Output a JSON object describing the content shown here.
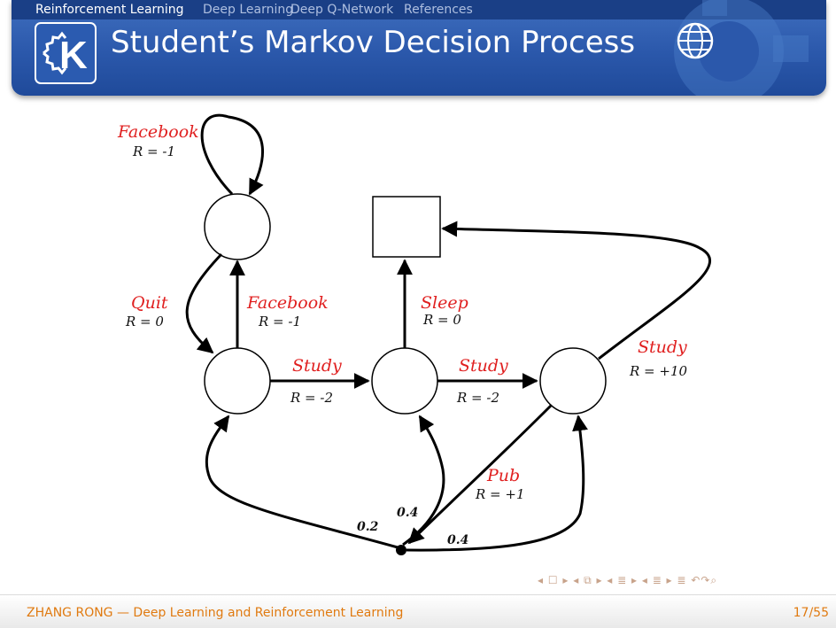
{
  "header": {
    "nav": [
      {
        "label": "Reinforcement Learning",
        "active": true
      },
      {
        "label": "Deep Learning",
        "active": false
      },
      {
        "label": "Deep Q-Network",
        "active": false
      },
      {
        "label": "References",
        "active": false
      }
    ],
    "logo_letter": "K",
    "title": "Student’s Markov Decision Process"
  },
  "diagram": {
    "labels": {
      "facebook_top": "Facebook",
      "facebook_top_reward": "R = -1",
      "quit": "Quit",
      "quit_reward": "R = 0",
      "facebook_mid": "Facebook",
      "facebook_mid_reward": "R = -1",
      "sleep": "Sleep",
      "sleep_reward": "R = 0",
      "study_1": "Study",
      "study_1_reward": "R = -2",
      "study_2": "Study",
      "study_2_reward": "R = -2",
      "study_3": "Study",
      "study_3_reward": "R = +10",
      "pub": "Pub",
      "pub_reward": "R = +1",
      "prob_left": "0.2",
      "prob_mid": "0.4",
      "prob_right": "0.4"
    }
  },
  "nav_symbols": "◂ ☐ ▸ ◂ ⧉ ▸ ◂ ≣ ▸ ◂ ≣ ▸   ≣   ↶↷⌕",
  "footer": {
    "left": "ZHANG RONG — Deep Learning and Reinforcement Learning",
    "right": "17/55"
  },
  "colors": {
    "header_blue": "#2b58ab",
    "label_red": "#e02020",
    "footer_orange": "#e07a10"
  }
}
